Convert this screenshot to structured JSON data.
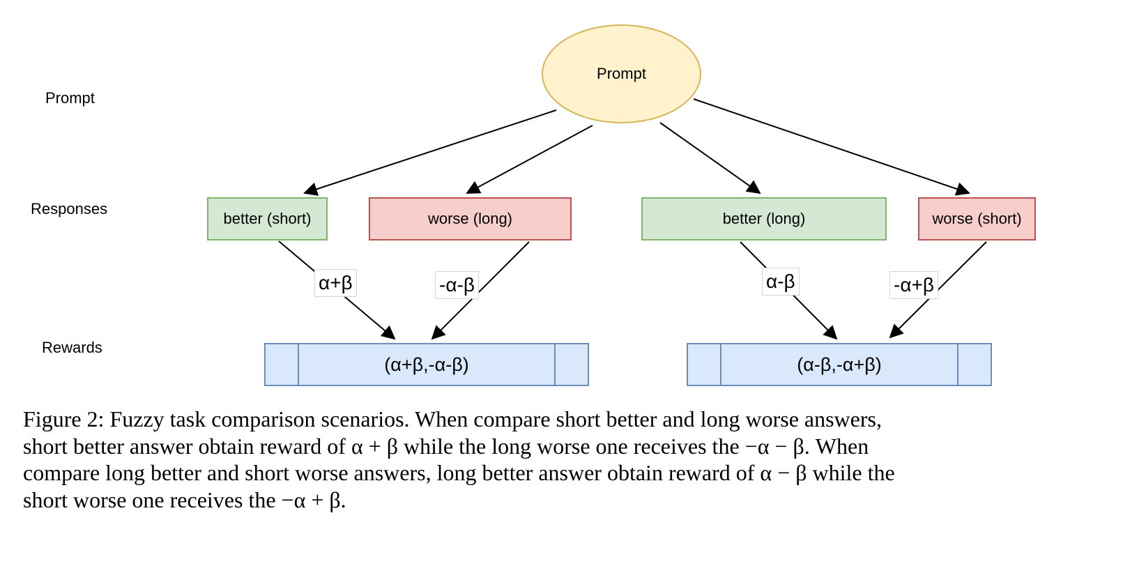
{
  "colors": {
    "prompt_fill": "#FFF2CC",
    "prompt_stroke": "#D6B656",
    "better_fill": "#D5E8D4",
    "better_stroke": "#82B366",
    "worse_fill": "#F8CECC",
    "worse_stroke": "#B85450",
    "reward_fill": "#DAE8FC",
    "reward_stroke": "#6C8EBF",
    "arrow": "#000000"
  },
  "diagram": {
    "prompt_node": "Prompt",
    "row_labels": [
      {
        "label": "Prompt"
      },
      {
        "label": "Responses"
      },
      {
        "label": "Rewards"
      }
    ],
    "responses": [
      {
        "label": "better (short)",
        "kind": "better"
      },
      {
        "label": "worse (long)",
        "kind": "worse"
      },
      {
        "label": "better (long)",
        "kind": "better"
      },
      {
        "label": "worse (short)",
        "kind": "worse"
      }
    ],
    "edges": [
      {
        "from": "prompt",
        "to": "better (short)"
      },
      {
        "from": "prompt",
        "to": "worse (long)"
      },
      {
        "from": "prompt",
        "to": "better (long)"
      },
      {
        "from": "prompt",
        "to": "worse (short)"
      },
      {
        "from": "better (short)",
        "to": "reward-left",
        "label": "α+β"
      },
      {
        "from": "worse (long)",
        "to": "reward-left",
        "label": "-α-β"
      },
      {
        "from": "better (long)",
        "to": "reward-right",
        "label": "α-β"
      },
      {
        "from": "worse (short)",
        "to": "reward-right",
        "label": "-α+β"
      }
    ],
    "rewards": [
      {
        "label": "(α+β,-α-β)"
      },
      {
        "label": "(α-β,-α+β)"
      }
    ]
  },
  "caption": {
    "lines": [
      "Figure 2: Fuzzy task comparison scenarios. When compare short better and long worse answers,",
      "short better answer obtain reward of α + β while the long worse one receives the −α − β. When",
      "compare long better and short worse answers, long better answer obtain reward of α − β while the",
      "short worse one receives the −α + β."
    ]
  }
}
